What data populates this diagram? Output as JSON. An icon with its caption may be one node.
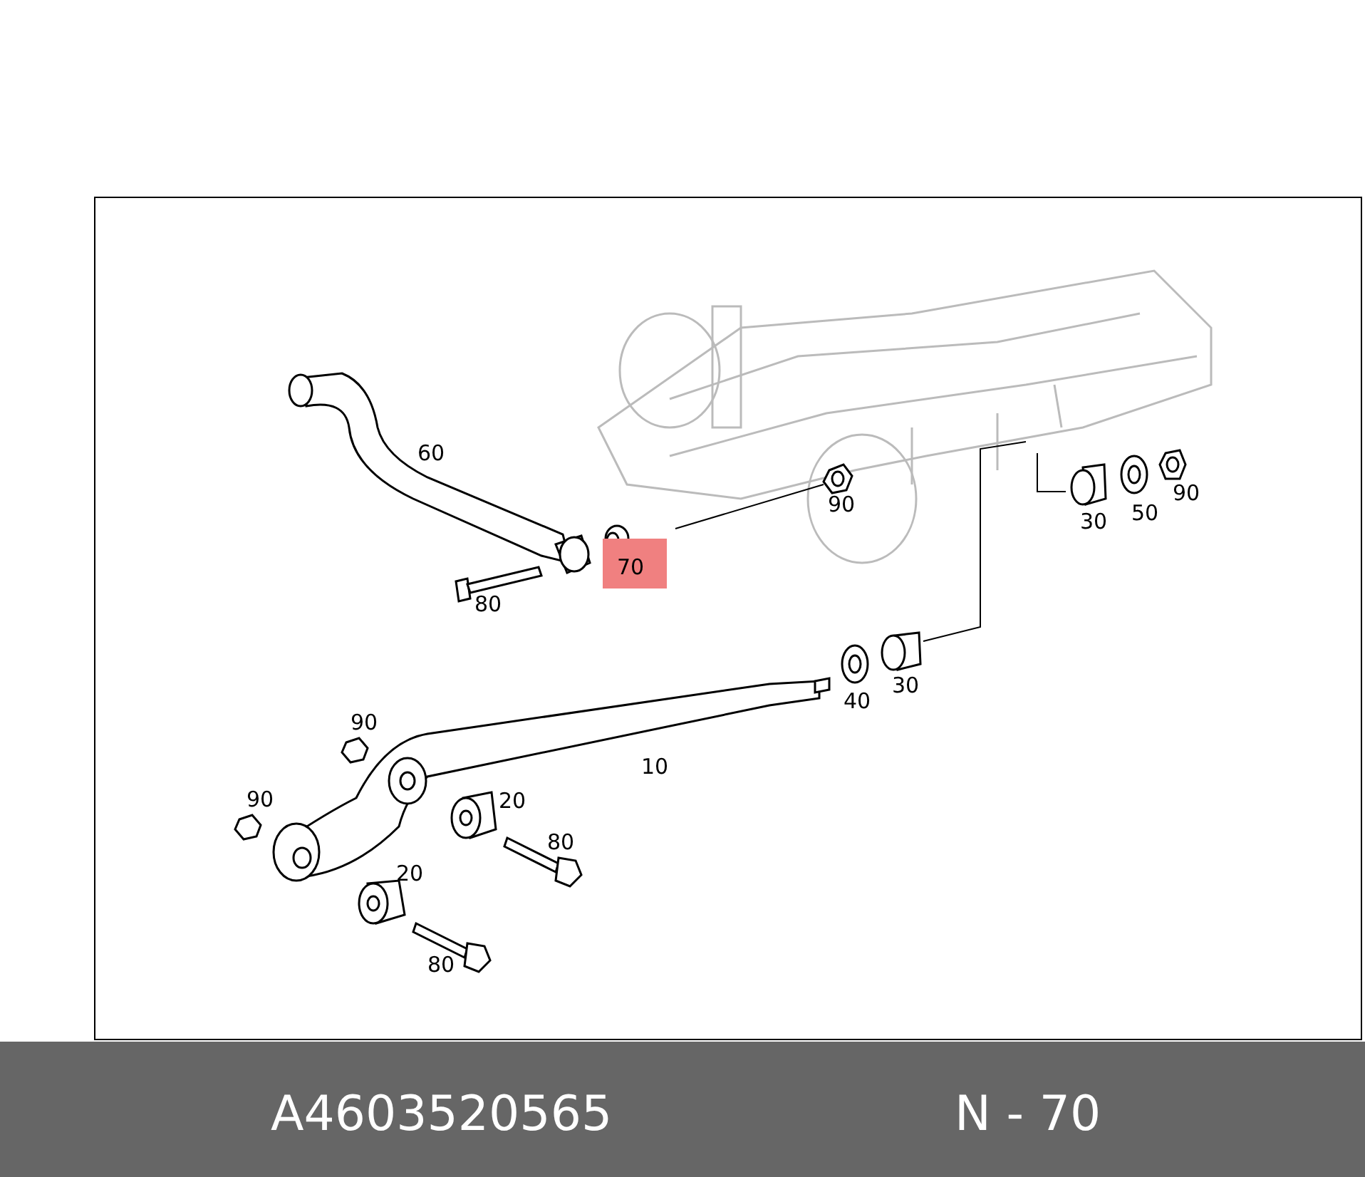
{
  "diagram": {
    "labels": [
      "60",
      "90",
      "30",
      "50",
      "90",
      "70",
      "80",
      "40",
      "30",
      "90",
      "10",
      "90",
      "20",
      "80",
      "20",
      "80",
      "A4603520565",
      "N - 70"
    ]
  }
}
